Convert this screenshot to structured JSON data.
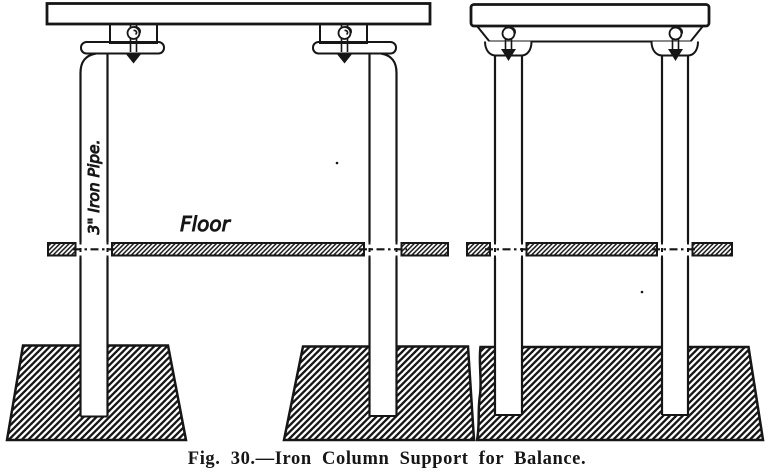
{
  "page": {
    "background": "#ffffff",
    "ink": "#161616"
  },
  "figure": {
    "caption": "Fig. 30.—Iron Column Support for Balance.",
    "left_view": {
      "pipe_label": "3\" Iron Pipe.",
      "floor_label": "Floor"
    }
  }
}
